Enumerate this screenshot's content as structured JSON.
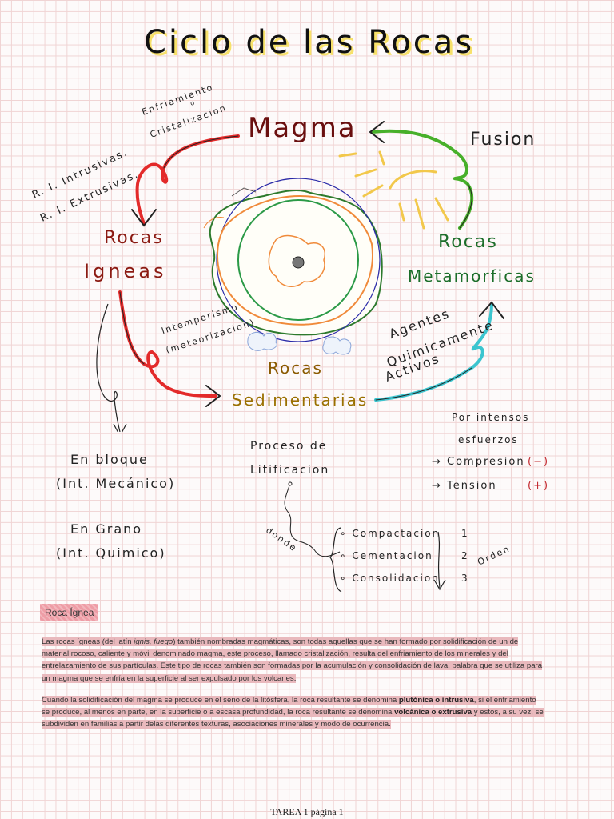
{
  "title": "Ciclo de las Rocas",
  "diagram": {
    "magma": "Magma",
    "enfriamiento": "Enfriamiento",
    "o": "o",
    "cristalizacion": "Cristalizacion",
    "intrusivas": "R. I. Intrusivas.",
    "extrusivas": "R. I. Extrusivas.",
    "rocas_igneas_1": "Rocas",
    "rocas_igneas_2": "Igneas",
    "fusion": "Fusion",
    "rocas_meta_1": "Rocas",
    "rocas_meta_2": "Metamorficas",
    "intemperismo": "Intemperismo",
    "meteorizacion": "(meteorizacion)",
    "rocas_sed_1": "Rocas",
    "rocas_sed_2": "Sedimentarias",
    "agentes_1": "Agentes",
    "agentes_2": "Quimicamente",
    "agentes_3": "Activos"
  },
  "notes": {
    "en_bloque": "En bloque",
    "int_mecanico": "(Int. Mecánico)",
    "en_grano": "En Grano",
    "int_quimico": "(Int. Quimico)",
    "proceso_1": "Proceso de",
    "proceso_2": "Litificacion",
    "donde": "donde",
    "compactacion": "∘ Compactacion",
    "cementacion": "∘ Cementacion",
    "consolidacion": "∘ Consolidacion",
    "n1": "1",
    "n2": "2",
    "n3": "3",
    "orden": "Orden",
    "por_intensos": "Por intensos",
    "esfuerzos": "esfuerzos",
    "compresion": "→ Compresion",
    "compresion_sign": "(−)",
    "tension": "→ Tension",
    "tension_sign": "(+)"
  },
  "section": {
    "heading": "Roca Ígnea",
    "p1_a": "Las rocas ígneas (del latín ",
    "p1_b": "ignis, fuego",
    "p1_c": ") también nombradas magmáticas, son todas aquellas que se han formado por solidificación de un de material rocoso, caliente y móvil denominado magma, este proceso, llamado cristalización, resulta del enfriamiento de los minerales y del entrelazamiento de sus partículas. Este tipo de rocas también son formadas por la acumulación y consolidación de lava, palabra que se utiliza para un magma que se enfría en la superficie al ser expulsado por los volcanes.",
    "p2_a": "Cuando la solidificación del magma se produce en el seno de la litósfera, la roca resultante se denomina ",
    "p2_b": "plutónica o intrusiva",
    "p2_c": ", si el enfriamiento se produce, al menos en parte, en la superficie o a escasa profundidad, la roca resultante se denomina ",
    "p2_d": "volcánica o extrusiva",
    "p2_e": " y estos, a su vez, se subdividen en familias a partir delas diferentes texturas, asociaciones minerales y modo de ocurrencia."
  },
  "footer": "TAREA 1 página 1",
  "colors": {
    "highlight": "#e9b9bd",
    "tag": "#ee9da6",
    "title_shadow": "#f7e16a"
  }
}
